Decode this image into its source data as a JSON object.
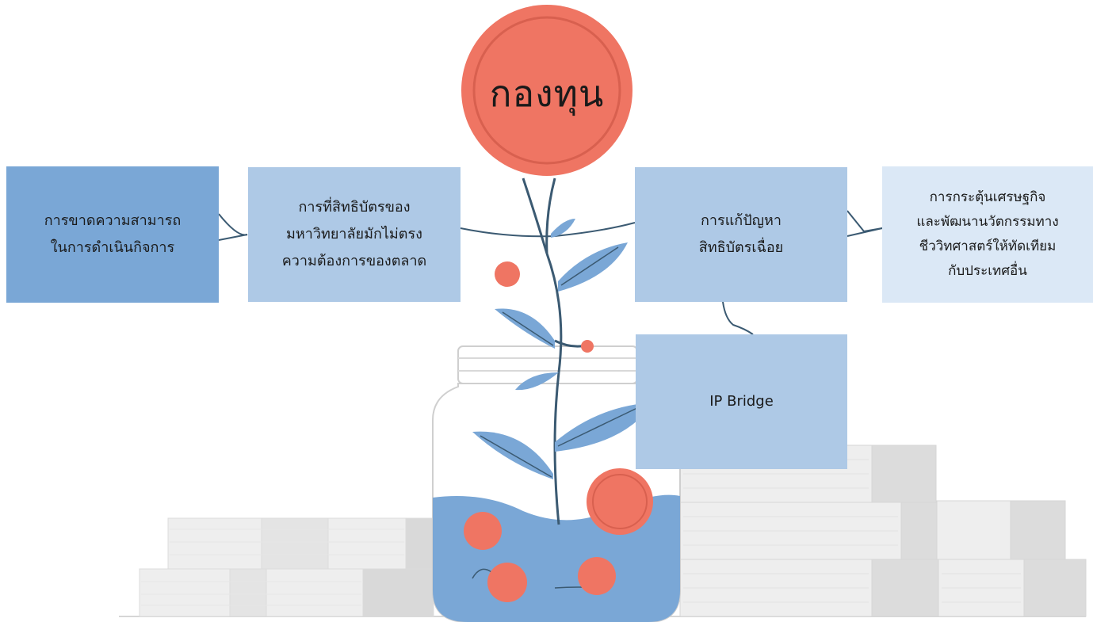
{
  "center": {
    "label": "กองทุน"
  },
  "boxes": [
    {
      "id": "box-1",
      "text": "การขาดความสามารถ\nในการดำเนินกิจการ"
    },
    {
      "id": "box-2",
      "text": "การที่สิทธิบัตรของ\nมหาวิทยาลัยมักไม่ตรง\nความต้องการของตลาด"
    },
    {
      "id": "box-3",
      "text": "การแก้ปัญหา\nสิทธิบัตรเฉื่อย"
    },
    {
      "id": "box-4",
      "text": "การกระตุ้นเศรษฐกิจ\nและพัฒนานวัตกรรมทาง\nชีววิทศาสตร์ให้ทัดเทียม\nกับประเทศอื่น"
    },
    {
      "id": "box-5",
      "text": "IP Bridge"
    }
  ],
  "colors": {
    "coin": "#ef7563",
    "coin_ring": "#d8604f",
    "jar_water": "#7aa7d6",
    "leaf": "#7aa7d6",
    "stem": "#3b5a72",
    "box_dark": "#7aa7d6",
    "box_mid": "#aec9e6",
    "box_light": "#dbe8f6",
    "stack": "#e2e2e2"
  }
}
